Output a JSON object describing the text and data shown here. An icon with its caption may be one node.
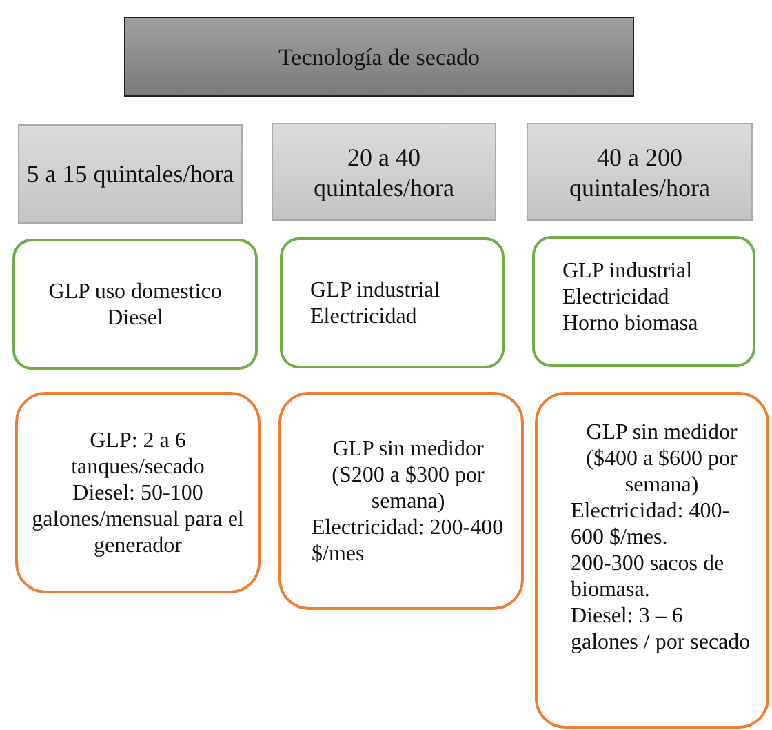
{
  "diagram": {
    "nodes": [
      {
        "text": [
          "Tecnología de secado"
        ]
      },
      {
        "text": [
          "5 a 15 quintales/hora"
        ]
      },
      {
        "text": [
          "20 a 40 quintales/hora"
        ]
      },
      {
        "text": [
          "40 a 200 quintales/hora"
        ]
      },
      {
        "text": [
          "GLP uso domestico",
          "Diesel"
        ]
      },
      {
        "text": [
          "GLP industrial",
          "Electricidad"
        ]
      },
      {
        "text": [
          "GLP industrial",
          "Electricidad",
          "Horno biomasa"
        ]
      },
      {
        "text": [
          "GLP: 2 a 6 tanques/secado",
          "Diesel: 50-100 galones/mensual para el generador"
        ]
      },
      {
        "text": [
          "GLP sin medidor (S200 a $300 por semana)",
          "Electricidad: 200-400 $/mes"
        ]
      },
      {
        "text": [
          "GLP sin medidor ($400 a $600 por semana)",
          "Electricidad: 400-600 $/mes.",
          "200-300 sacos de biomasa.",
          "Diesel: 3 – 6 galones / por secado"
        ]
      }
    ]
  }
}
